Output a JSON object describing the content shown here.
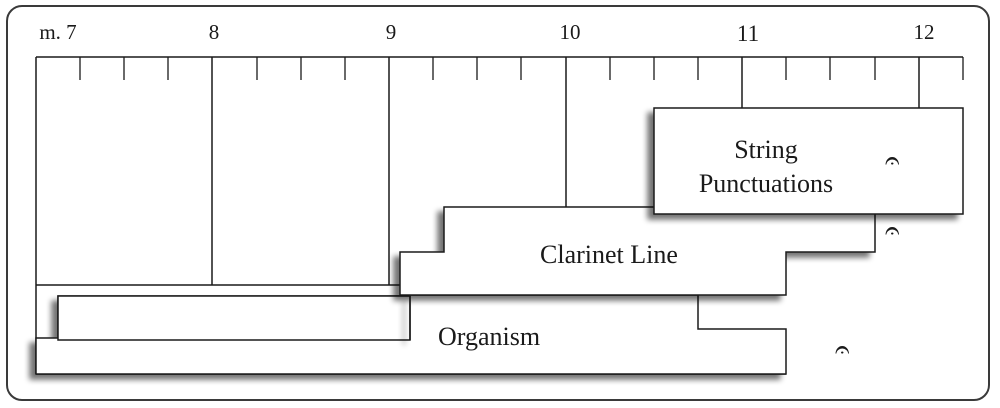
{
  "measures": {
    "m7": "m. 7",
    "m8": "8",
    "m9": "9",
    "m10": "10",
    "m11": "11",
    "m12": "12"
  },
  "blocks": {
    "string": [
      "String",
      "Punctuations"
    ],
    "clarinet": "Clarinet Line",
    "organism": "Organism"
  },
  "fermata_glyph": "𝄐",
  "colors": {
    "line": "#1a1a1a",
    "shadow": "#9a9a9a",
    "frame": "#3a3a3a"
  }
}
